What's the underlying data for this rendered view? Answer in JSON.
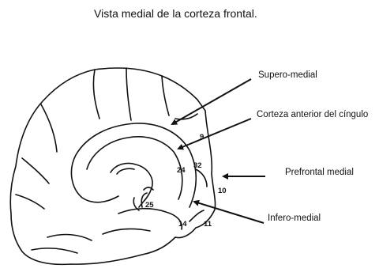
{
  "title": "Vista medial de la corteza frontal.",
  "callouts": {
    "supero_medial": "Supero-medial",
    "cingulate": "Corteza anterior del cíngulo",
    "prefrontal_medial": "Prefrontal medial",
    "infero_medial": "Infero-medial"
  },
  "areas": {
    "a9": "9",
    "a32": "32",
    "a24": "24",
    "a10": "10",
    "a25": "25",
    "a14": "14",
    "a11": "11"
  },
  "colors": {
    "ink": "#111111",
    "background": "#ffffff"
  }
}
